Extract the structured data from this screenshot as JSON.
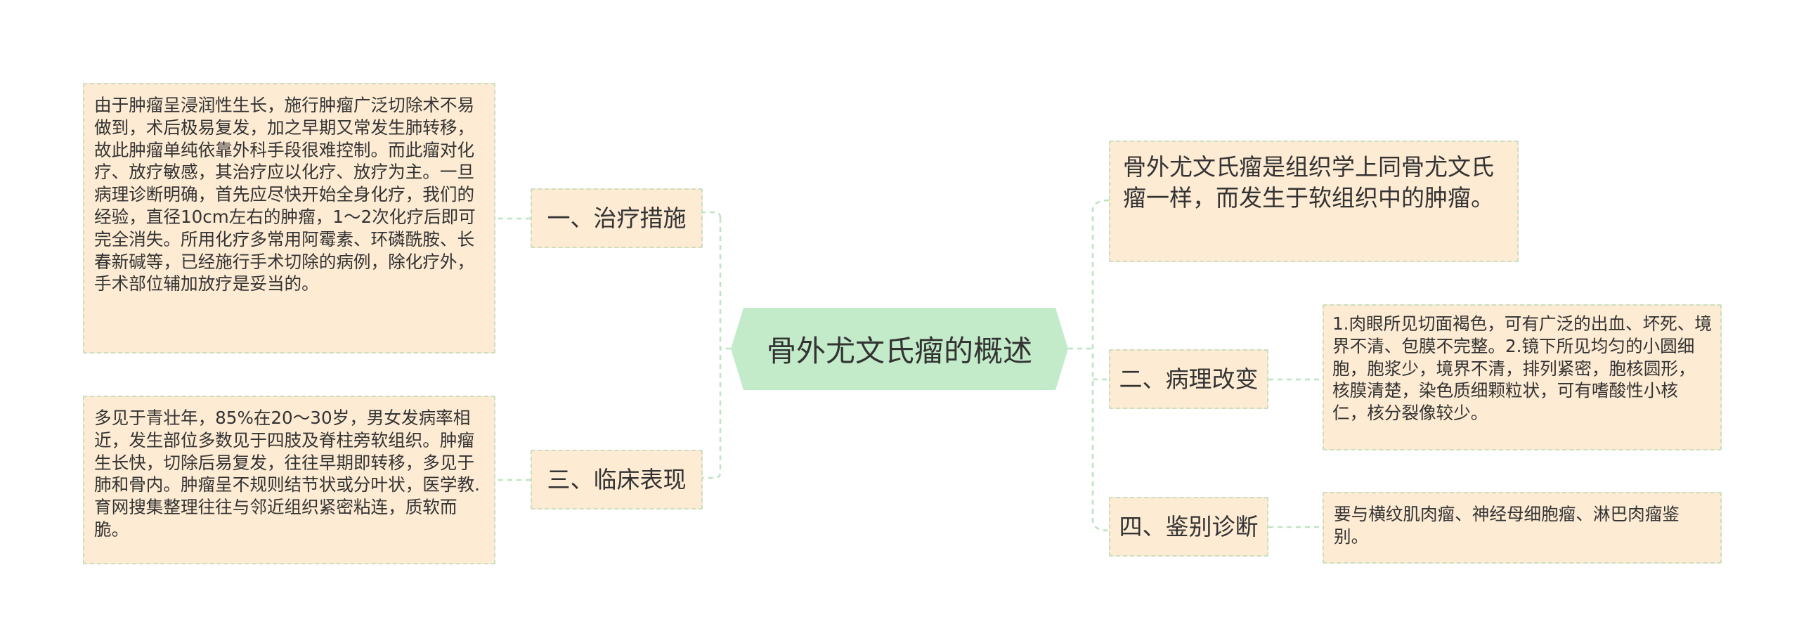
{
  "colors": {
    "center_fill": "#c3ebc9",
    "node_fill": "#fdebd3",
    "border": "#c9dfc0",
    "connector": "#bde5c2",
    "text": "#333333"
  },
  "center": {
    "label": "骨外尤文氏瘤的概述"
  },
  "left_branches": [
    {
      "label": "一、治疗措施",
      "detail": "由于肿瘤呈浸润性生长，施行肿瘤广泛切除术不易做到，术后极易复发，加之早期又常发生肺转移，故此肿瘤单纯依靠外科手段很难控制。而此瘤对化疗、放疗敏感，其治疗应以化疗、放疗为主。一旦病理诊断明确，首先应尽快开始全身化疗，我们的经验，直径10cm左右的肿瘤，1～2次化疗后即可完全消失。所用化疗多常用阿霉素、环磷酰胺、长春新碱等，已经施行手术切除的病例，除化疗外，手术部位辅加放疗是妥当的。"
    },
    {
      "label": "三、临床表现",
      "detail": "多见于青壮年，85%在20～30岁，男女发病率相近，发生部位多数见于四肢及脊柱旁软组织。肿瘤生长快，切除后易复发，往往早期即转移，多见于肺和骨内。肿瘤呈不规则结节状或分叶状，医学教.育网搜集整理往往与邻近组织紧密粘连，质软而脆。"
    }
  ],
  "right_top_note": "骨外尤文氏瘤是组织学上同骨尤文氏瘤一样，而发生于软组织中的肿瘤。",
  "right_branches": [
    {
      "label": "二、病理改变",
      "detail": "1.肉眼所见切面褐色，可有广泛的出血、坏死、境界不清、包膜不完整。2.镜下所见均匀的小圆细胞，胞浆少，境界不清，排列紧密，胞核圆形，核膜清楚，染色质细颗粒状，可有嗜酸性小核仁，核分裂像较少。"
    },
    {
      "label": "四、鉴别诊断",
      "detail": "要与横纹肌肉瘤、神经母细胞瘤、淋巴肉瘤鉴别。"
    }
  ]
}
